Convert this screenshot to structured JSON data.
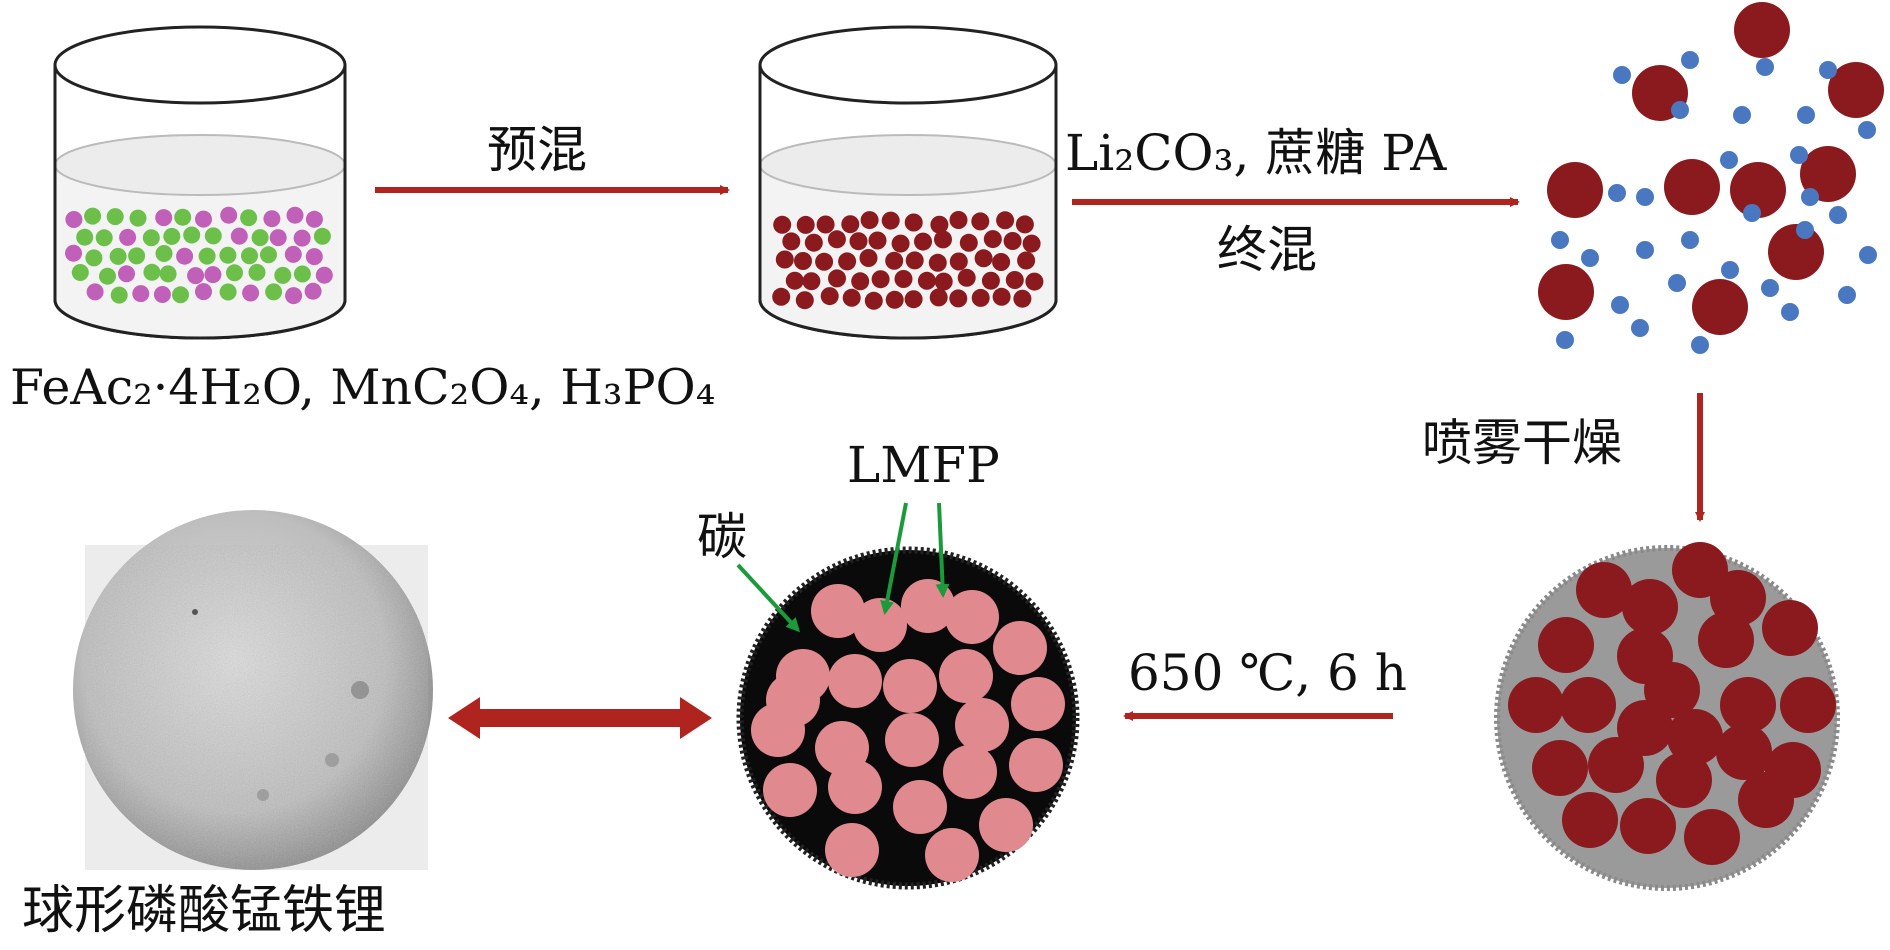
{
  "labels": {
    "premix": "预混",
    "reagents_line2": "Li₂CO₃, 蔗糖 PA",
    "final_mix": "终混",
    "precursors": "FeAc₂·4H₂O, MnC₂O₄, H₃PO₄",
    "spray_drying": "喷雾干燥",
    "sintering": "650 ℃, 6 h",
    "carbon": "碳",
    "lmfp": "LMFP",
    "product": "球形磷酸锰铁锂"
  },
  "colors": {
    "arrow": "#b02420",
    "particle_dark_red": "#8b1a1e",
    "particle_green": "#6cc04a",
    "particle_magenta": "#c060b8",
    "particle_blue": "#4a78c0",
    "lmfp_pink": "#e08a90",
    "carbon_black": "#0a0a0a",
    "spray_gray": "#9a9a9a",
    "pointer_green": "#1a9a3a"
  }
}
